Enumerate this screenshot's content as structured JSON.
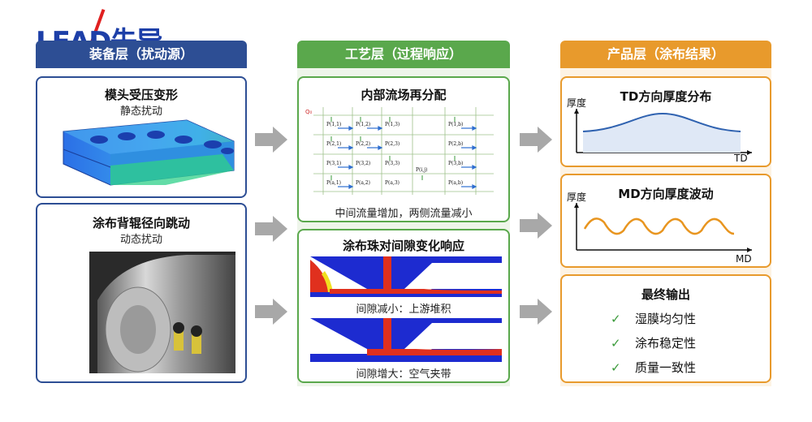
{
  "logo": {
    "text": "LEAD先导"
  },
  "columns": {
    "left": {
      "header": "装备层（扰动源）"
    },
    "middle": {
      "header": "工艺层（过程响应）"
    },
    "right": {
      "header": "产品层（涂布结果）"
    }
  },
  "left_cards": [
    {
      "title": "模头受压变形",
      "subtitle": "静态扰动"
    },
    {
      "title": "涂布背辊径向跳动",
      "subtitle": "动态扰动"
    }
  ],
  "middle_cards": [
    {
      "title": "内部流场再分配",
      "caption": "中间流量增加，两侧流量减小",
      "grid_labels": [
        "P(1,1)",
        "P(1,2)",
        "P(1,3)",
        "P(1,b)",
        "P(2,1)",
        "P(2,2)",
        "P(2,3)",
        "P(2,b)",
        "P(3,1)",
        "P(3,2)",
        "P(3,3)",
        "P(3,b)",
        "P(i,j)",
        "P(a,1)",
        "P(a,2)",
        "P(a,3)",
        "P(a,b)"
      ],
      "inlet_label": "Q₀"
    },
    {
      "title": "涂布珠对间隙变化响应",
      "captions": [
        "间隙减小：上游堆积",
        "间隙增大：空气夹带"
      ]
    }
  ],
  "right_cards": [
    {
      "title": "TD方向厚度分布",
      "ylabel": "厚度",
      "xlabel": "TD"
    },
    {
      "title": "MD方向厚度波动",
      "ylabel": "厚度",
      "xlabel": "MD"
    },
    {
      "title": "最终输出",
      "items": [
        "湿膜均匀性",
        "涂布稳定性",
        "质量一致性"
      ],
      "check": "✓"
    }
  ],
  "colors": {
    "blue": "#2d4e94",
    "green": "#5aa84c",
    "orange": "#e89a2c",
    "arrow": "#a8a8a8",
    "curve": "#2f62b0",
    "wave": "#e8951f"
  }
}
